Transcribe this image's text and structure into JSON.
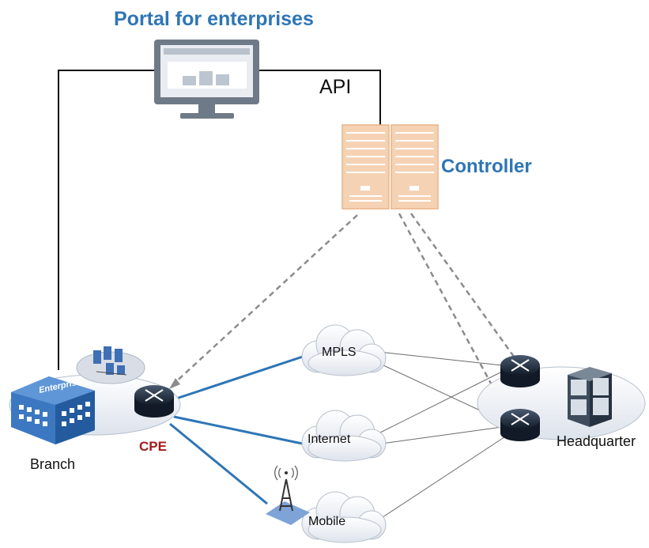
{
  "labels": {
    "portal": "Portal for enterprises",
    "api": "API",
    "controller": "Controller",
    "cpe": "CPE",
    "branch": "Branch",
    "headquarter": "Headquarter",
    "enterprise_sign": "Enterprise",
    "mpls": "MPLS",
    "internet": "Internet",
    "mobile": "Mobile"
  },
  "colors": {
    "title_blue": "#2e75b6",
    "cpe_red": "#a01c1c",
    "link_blue": "#2e75b6",
    "controller_orange": "#f2c6a0",
    "router_dark": "#1e2a3a",
    "cloud_fill": "#eef1f6",
    "dashed_gray": "#8c8c8c"
  },
  "icons": [
    "monitor-icon",
    "server-icon",
    "router-icon",
    "building-icon",
    "cell-tower-icon",
    "rack-icon"
  ]
}
